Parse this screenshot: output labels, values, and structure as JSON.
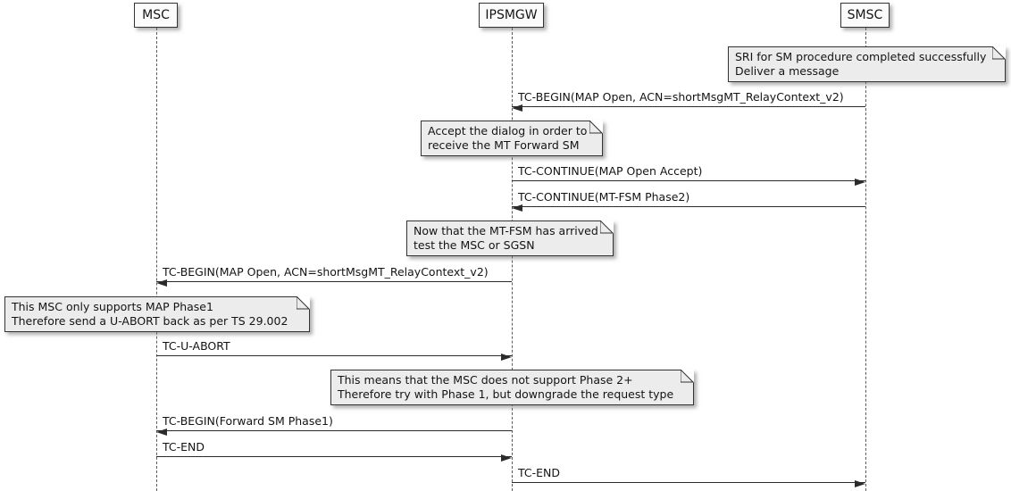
{
  "diagram": {
    "type": "uml-sequence",
    "participants": [
      {
        "name": "MSC"
      },
      {
        "name": "IPSMGW"
      },
      {
        "name": "SMSC"
      }
    ],
    "notes": [
      {
        "over": "SMSC",
        "lines": [
          "SRI for SM procedure completed successfully",
          "Deliver a message"
        ]
      },
      {
        "over": "IPSMGW",
        "lines": [
          "Accept the dialog in order to",
          "receive the MT Forward SM"
        ]
      },
      {
        "over": "IPSMGW",
        "lines": [
          "Now that the MT-FSM has arrived",
          "test the MSC or SGSN"
        ]
      },
      {
        "over": "MSC",
        "lines": [
          "This MSC only supports MAP Phase1",
          "Therefore send a U-ABORT back as per TS 29.002"
        ]
      },
      {
        "over": "IPSMGW",
        "lines": [
          "This means that the MSC does not support Phase 2+",
          "Therefore try with Phase 1, but downgrade the request type"
        ]
      }
    ],
    "messages": [
      {
        "from": "SMSC",
        "to": "IPSMGW",
        "label": "TC-BEGIN(MAP Open, ACN=shortMsgMT_RelayContext_v2)"
      },
      {
        "from": "IPSMGW",
        "to": "SMSC",
        "label": "TC-CONTINUE(MAP Open Accept)"
      },
      {
        "from": "SMSC",
        "to": "IPSMGW",
        "label": "TC-CONTINUE(MT-FSM Phase2)"
      },
      {
        "from": "IPSMGW",
        "to": "MSC",
        "label": "TC-BEGIN(MAP Open, ACN=shortMsgMT_RelayContext_v2)"
      },
      {
        "from": "MSC",
        "to": "IPSMGW",
        "label": "TC-U-ABORT"
      },
      {
        "from": "IPSMGW",
        "to": "MSC",
        "label": "TC-BEGIN(Forward SM Phase1)"
      },
      {
        "from": "MSC",
        "to": "IPSMGW",
        "label": "TC-END"
      },
      {
        "from": "IPSMGW",
        "to": "SMSC",
        "label": "TC-END"
      }
    ],
    "colors": {
      "background": "#FFFFFF",
      "box_fill": "#FBFBFB",
      "note_fill": "#ECECEC",
      "border": "#333333",
      "message_line": "#2B2B2B",
      "lifeline": "#5A5A5A"
    }
  }
}
